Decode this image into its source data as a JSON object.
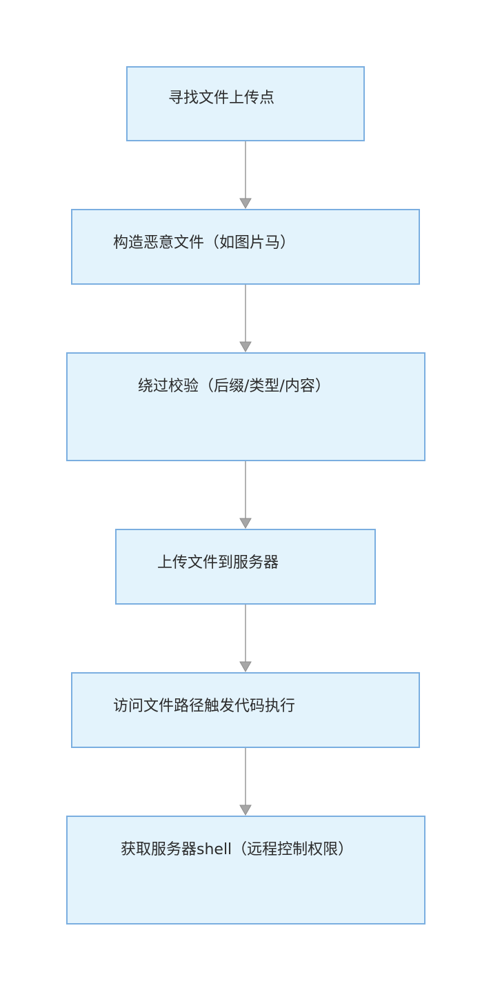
{
  "steps": [
    {
      "label": "寻找文件上传点"
    },
    {
      "label": "构造恶意文件（如图片马）"
    },
    {
      "label": "绕过校验（后缀/类型/内容）"
    },
    {
      "label": "上传文件到服务器"
    },
    {
      "label": "访问文件路径触发代码执行"
    },
    {
      "label": "获取服务器shell（远程控制权限）"
    }
  ],
  "colors": {
    "node_fill": "#e3f3fc",
    "node_border": "#7aaee0",
    "connector": "#999999",
    "text": "#2a2a2a"
  }
}
